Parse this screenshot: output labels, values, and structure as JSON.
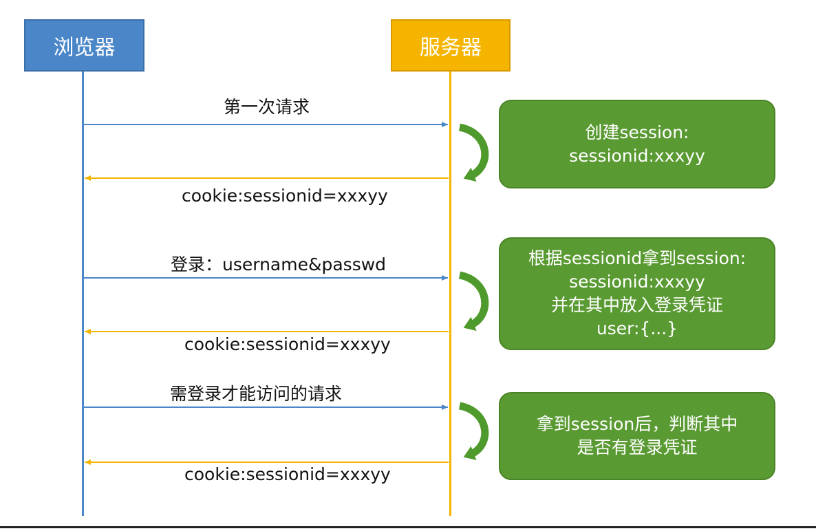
{
  "actors": {
    "browser": "浏览器",
    "server": "服务器"
  },
  "messages": {
    "req1": "第一次请求",
    "resp1": "cookie:sessionid=xxxyy",
    "req2": "登录：username&passwd",
    "resp2": "cookie:sessionid=xxxyy",
    "req3": "需登录才能访问的请求",
    "resp3": "cookie:sessionid=xxxyy"
  },
  "notes": {
    "note1": [
      "创建session:",
      "sessionid:xxxyy"
    ],
    "note2": [
      "根据sessionid拿到session:",
      "sessionid:xxxyy",
      "并在其中放入登录凭证",
      "user:{...}"
    ],
    "note3": [
      "拿到session后，判断其中",
      "是否有登录凭证"
    ]
  },
  "colors": {
    "browser": "#4a86c8",
    "server": "#f5b400",
    "note": "#5a9a32"
  }
}
